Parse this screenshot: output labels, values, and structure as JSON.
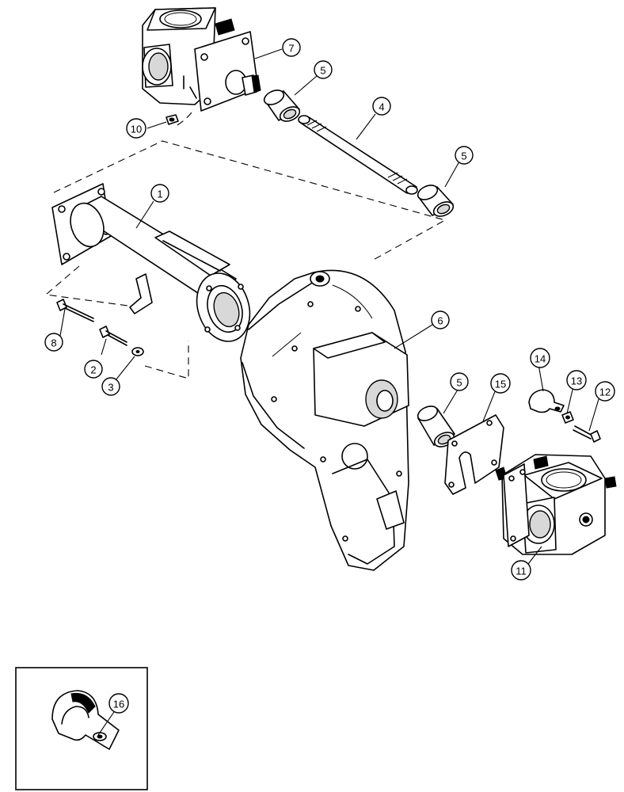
{
  "callouts": {
    "c1": "1",
    "c2": "2",
    "c3": "3",
    "c4": "4",
    "c5a": "5",
    "c5b": "5",
    "c5c": "5",
    "c6": "6",
    "c7": "7",
    "c8": "8",
    "c10": "10",
    "c11": "11",
    "c12": "12",
    "c13": "13",
    "c14": "14",
    "c15": "15",
    "c16": "16"
  }
}
